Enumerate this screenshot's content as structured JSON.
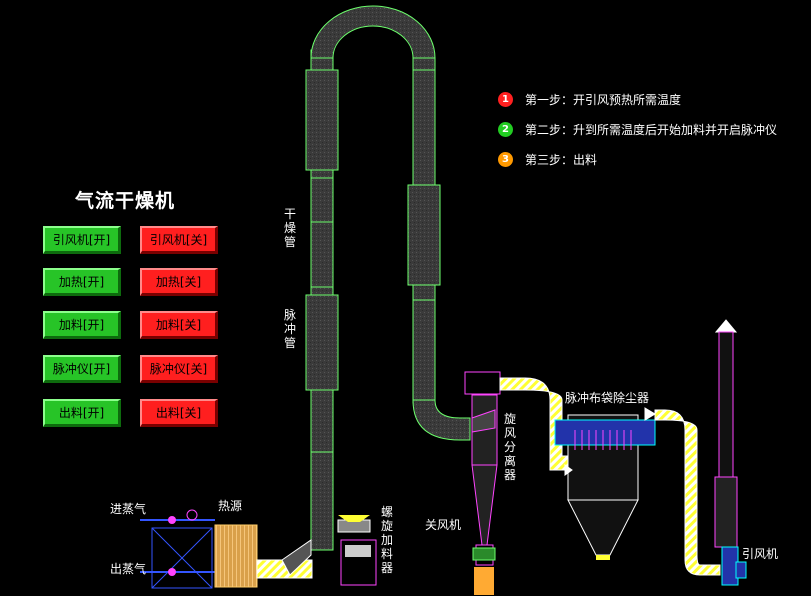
{
  "panel": {
    "title": "气流干燥机",
    "buttons": [
      {
        "on_label": "引风机[开]",
        "off_label": "引风机[关]"
      },
      {
        "on_label": "加热[开]",
        "off_label": "加热[关]"
      },
      {
        "on_label": "加料[开]",
        "off_label": "加料[关]"
      },
      {
        "on_label": "脉冲仪[开]",
        "off_label": "脉冲仪[关]"
      },
      {
        "on_label": "出料[开]",
        "off_label": "出料[关]"
      }
    ]
  },
  "steps": [
    {
      "num": "1",
      "text": "第一步：开引风预热所需温度",
      "color": "#ff2020"
    },
    {
      "num": "2",
      "text": "第二步：升到所需温度后开始加料并开启脉冲仪",
      "color": "#22cc22"
    },
    {
      "num": "3",
      "text": "第三步：出料",
      "color": "#ff9900"
    }
  ],
  "labels": {
    "dry_pipe": "干燥管",
    "pulse_pipe": "脉冲管",
    "steam_in": "进蒸气",
    "steam_out": "出蒸气",
    "heat_source": "热源",
    "screw_feeder": "螺旋加料器",
    "close_fan": "关风机",
    "cyclone": "旋风分离器",
    "bag_filter": "脉冲布袋除尘器",
    "induced_fan": "引风机"
  },
  "colors": {
    "pipe": "#3a3a3a",
    "pipe_outline": "#6cff6c",
    "duct": "#ffffff",
    "duct_stripe": "#ffff33",
    "cyclone_outline": "#ff44ff",
    "steam_line": "#3333ff",
    "heater": "#d9a04a",
    "feeder": "#ff44ff"
  }
}
